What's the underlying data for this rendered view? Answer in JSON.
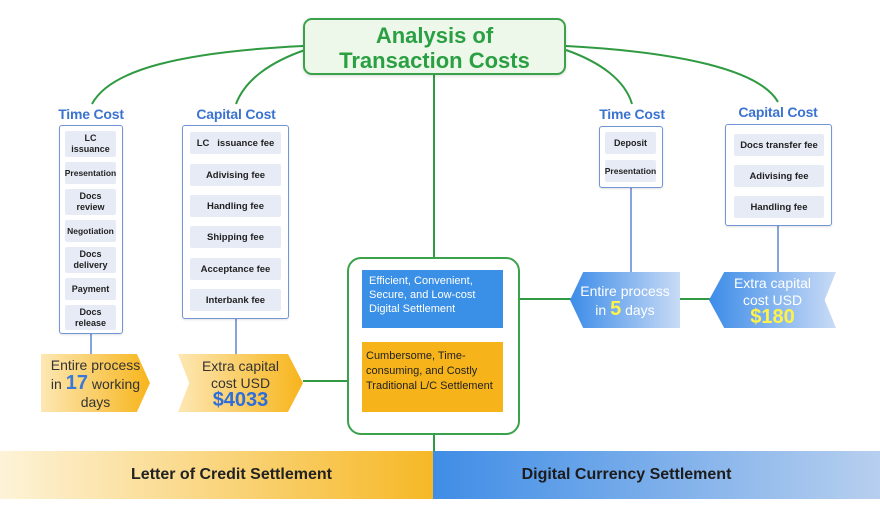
{
  "title": "Analysis of\nTransaction Costs",
  "lc": {
    "time_cost": {
      "title": "Time Cost",
      "items": [
        "LC issuance",
        "Presentation",
        "Docs review",
        "Negotiation",
        "Docs delivery",
        "Payment",
        "Docs release"
      ]
    },
    "capital_cost": {
      "title": "Capital Cost",
      "items": [
        "LC   issuance fee",
        "Adivising fee",
        "Handling fee",
        "Shipping fee",
        "Acceptance fee",
        "Interbank fee"
      ]
    },
    "process": {
      "prefix": "Entire process",
      "in": "in",
      "number": "17",
      "unit_a": "working",
      "unit_b": "days"
    },
    "extra": {
      "line1": "Extra capital",
      "line2": "cost USD",
      "amount": "$4033"
    },
    "settlement": "Letter of Credit Settlement"
  },
  "digital": {
    "time_cost": {
      "title": "Time Cost",
      "items": [
        "Deposit",
        "Presentation"
      ]
    },
    "capital_cost": {
      "title": "Capital Cost",
      "items": [
        "Docs transfer fee",
        "Adivising fee",
        "Handling fee"
      ]
    },
    "process": {
      "prefix": "Entire process",
      "in": "in",
      "number": "5",
      "unit": "days"
    },
    "extra": {
      "line1": "Extra capital",
      "line2": "cost USD",
      "amount": "$180"
    },
    "settlement": "Digital Currency Settlement"
  },
  "center": {
    "digital_text": "Efficient, Convenient, Secure, and Low-cost Digital Settlement",
    "traditional_text": "Cumbersome, Time-consuming, and Costly Traditional L/C Settlement"
  },
  "colors": {
    "green": "#3aa24a",
    "blue": "#3a8fe6",
    "orange": "#f6b31a",
    "title_blue": "#3b73d1"
  }
}
